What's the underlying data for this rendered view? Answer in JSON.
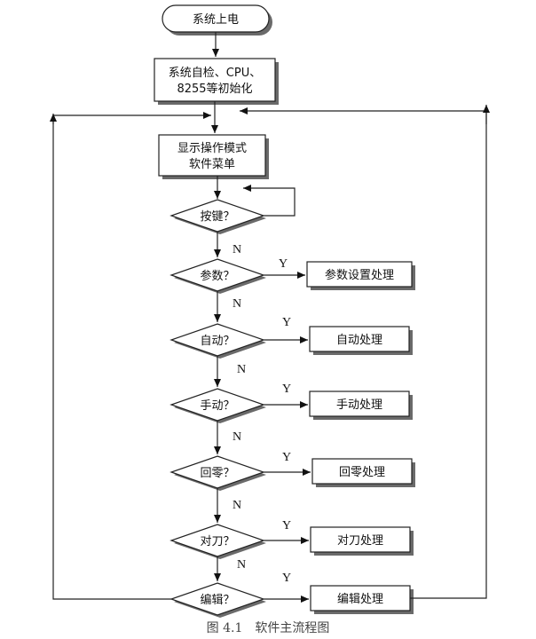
{
  "start": "系统上电",
  "init": [
    "系统自检、CPU、",
    "8255等初始化"
  ],
  "menu": [
    "显示操作模式",
    "软件菜单"
  ],
  "decisions": [
    "按键？",
    "参数？",
    "自动？",
    "手动？",
    "回零？",
    "对刀？",
    "编辑？"
  ],
  "processes": [
    "参数设置处理",
    "自动处理",
    "手动处理",
    "回零处理",
    "对刀处理",
    "编辑处理"
  ],
  "yes": "Y",
  "no": "N",
  "caption": "图 4.1　软件主流程图"
}
